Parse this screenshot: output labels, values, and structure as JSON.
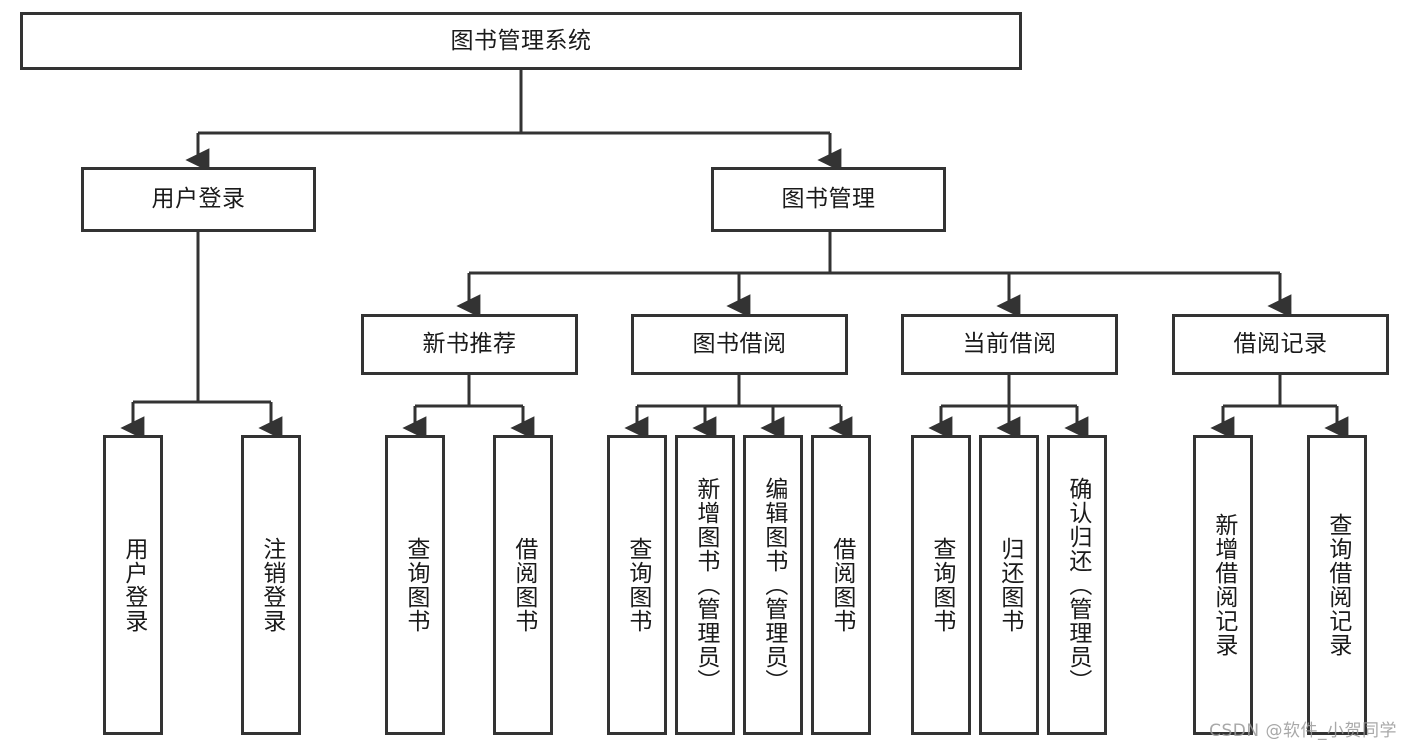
{
  "diagram": {
    "title": "图书管理系统",
    "type": "tree-hierarchy",
    "watermark": "CSDN @软件_小贺同学",
    "colors": {
      "box_border": "#333333",
      "box_fill": "#ffffff",
      "connector": "#333333",
      "text": "#1a1a1a",
      "watermark": "#9a9a9a"
    },
    "nodes": {
      "root": {
        "label": "图书管理系统"
      },
      "level2": [
        {
          "id": "user-login",
          "label": "用户登录"
        },
        {
          "id": "book-manage",
          "label": "图书管理"
        }
      ],
      "level3": [
        {
          "id": "new-book-rec",
          "label": "新书推荐"
        },
        {
          "id": "book-borrow",
          "label": "图书借阅"
        },
        {
          "id": "current-borrow",
          "label": "当前借阅"
        },
        {
          "id": "borrow-record",
          "label": "借阅记录"
        }
      ],
      "leaves": [
        {
          "id": "leaf-user-login",
          "label": "用户登录"
        },
        {
          "id": "leaf-logout",
          "label": "注销登录"
        },
        {
          "id": "leaf-query-book-1",
          "label": "查询图书"
        },
        {
          "id": "leaf-borrow-book-1",
          "label": "借阅图书"
        },
        {
          "id": "leaf-query-book-2",
          "label": "查询图书"
        },
        {
          "id": "leaf-add-book",
          "label": "新增图书（管理员）"
        },
        {
          "id": "leaf-edit-book",
          "label": "编辑图书（管理员）"
        },
        {
          "id": "leaf-borrow-book-2",
          "label": "借阅图书"
        },
        {
          "id": "leaf-query-book-3",
          "label": "查询图书"
        },
        {
          "id": "leaf-return-book",
          "label": "归还图书"
        },
        {
          "id": "leaf-confirm-return",
          "label": "确认归还（管理员）"
        },
        {
          "id": "leaf-add-record",
          "label": "新增借阅记录"
        },
        {
          "id": "leaf-query-record",
          "label": "查询借阅记录"
        }
      ]
    }
  }
}
